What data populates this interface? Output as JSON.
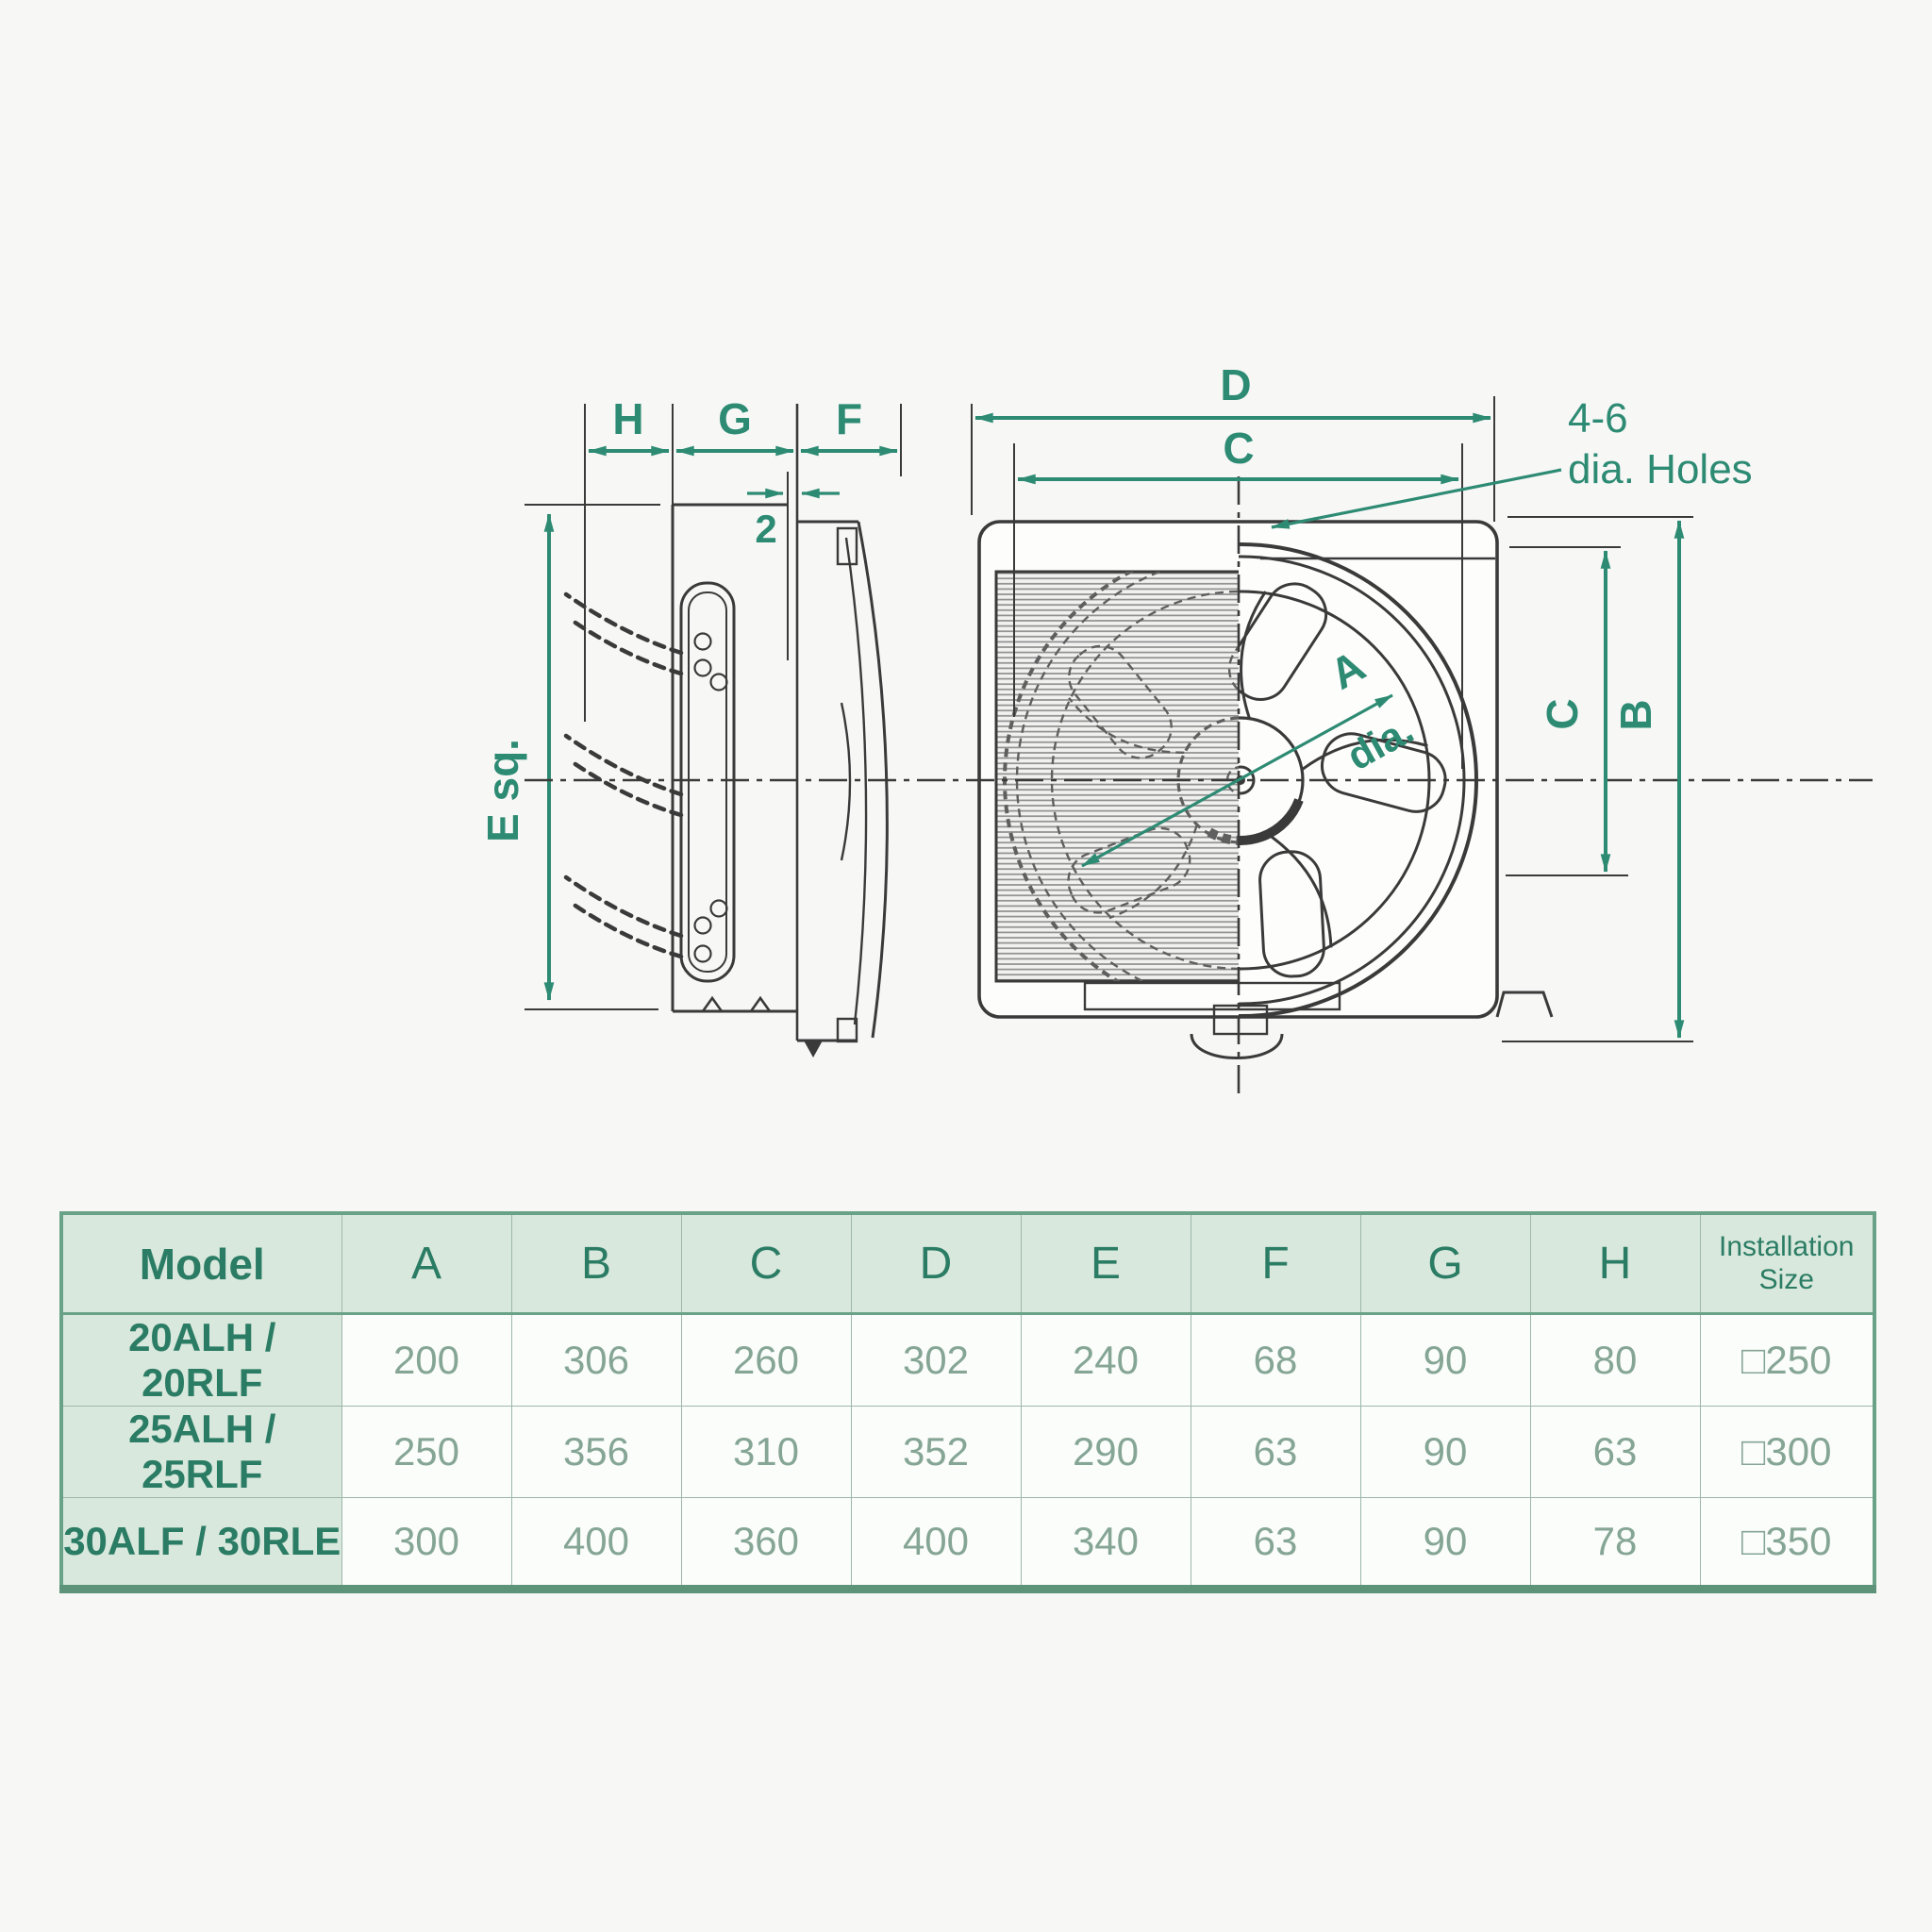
{
  "colors": {
    "accent": "#2e8b73",
    "line": "#3a3a3a"
  },
  "diagram": {
    "side_view": {
      "dim_h": "H",
      "dim_g": "G",
      "dim_f": "F",
      "dim_gap": "2",
      "dim_e": "E sq."
    },
    "front_view": {
      "dim_d": "D",
      "dim_c_top": "C",
      "dim_a": "A",
      "dim_a_suffix": "dia.",
      "holes_note_line1": "4-6",
      "holes_note_line2": "dia. Holes",
      "dim_c_right": "C",
      "dim_b_right": "B"
    }
  },
  "table": {
    "headers": [
      "Model",
      "A",
      "B",
      "C",
      "D",
      "E",
      "F",
      "G",
      "H",
      "Installation Size"
    ],
    "rows": [
      {
        "model": "20ALH / 20RLF",
        "values": [
          "200",
          "306",
          "260",
          "302",
          "240",
          "68",
          "90",
          "80",
          "□250"
        ]
      },
      {
        "model": "25ALH / 25RLF",
        "values": [
          "250",
          "356",
          "310",
          "352",
          "290",
          "63",
          "90",
          "63",
          "□300"
        ]
      },
      {
        "model": "30ALF / 30RLE",
        "values": [
          "300",
          "400",
          "360",
          "400",
          "340",
          "63",
          "90",
          "78",
          "□350"
        ]
      }
    ]
  }
}
